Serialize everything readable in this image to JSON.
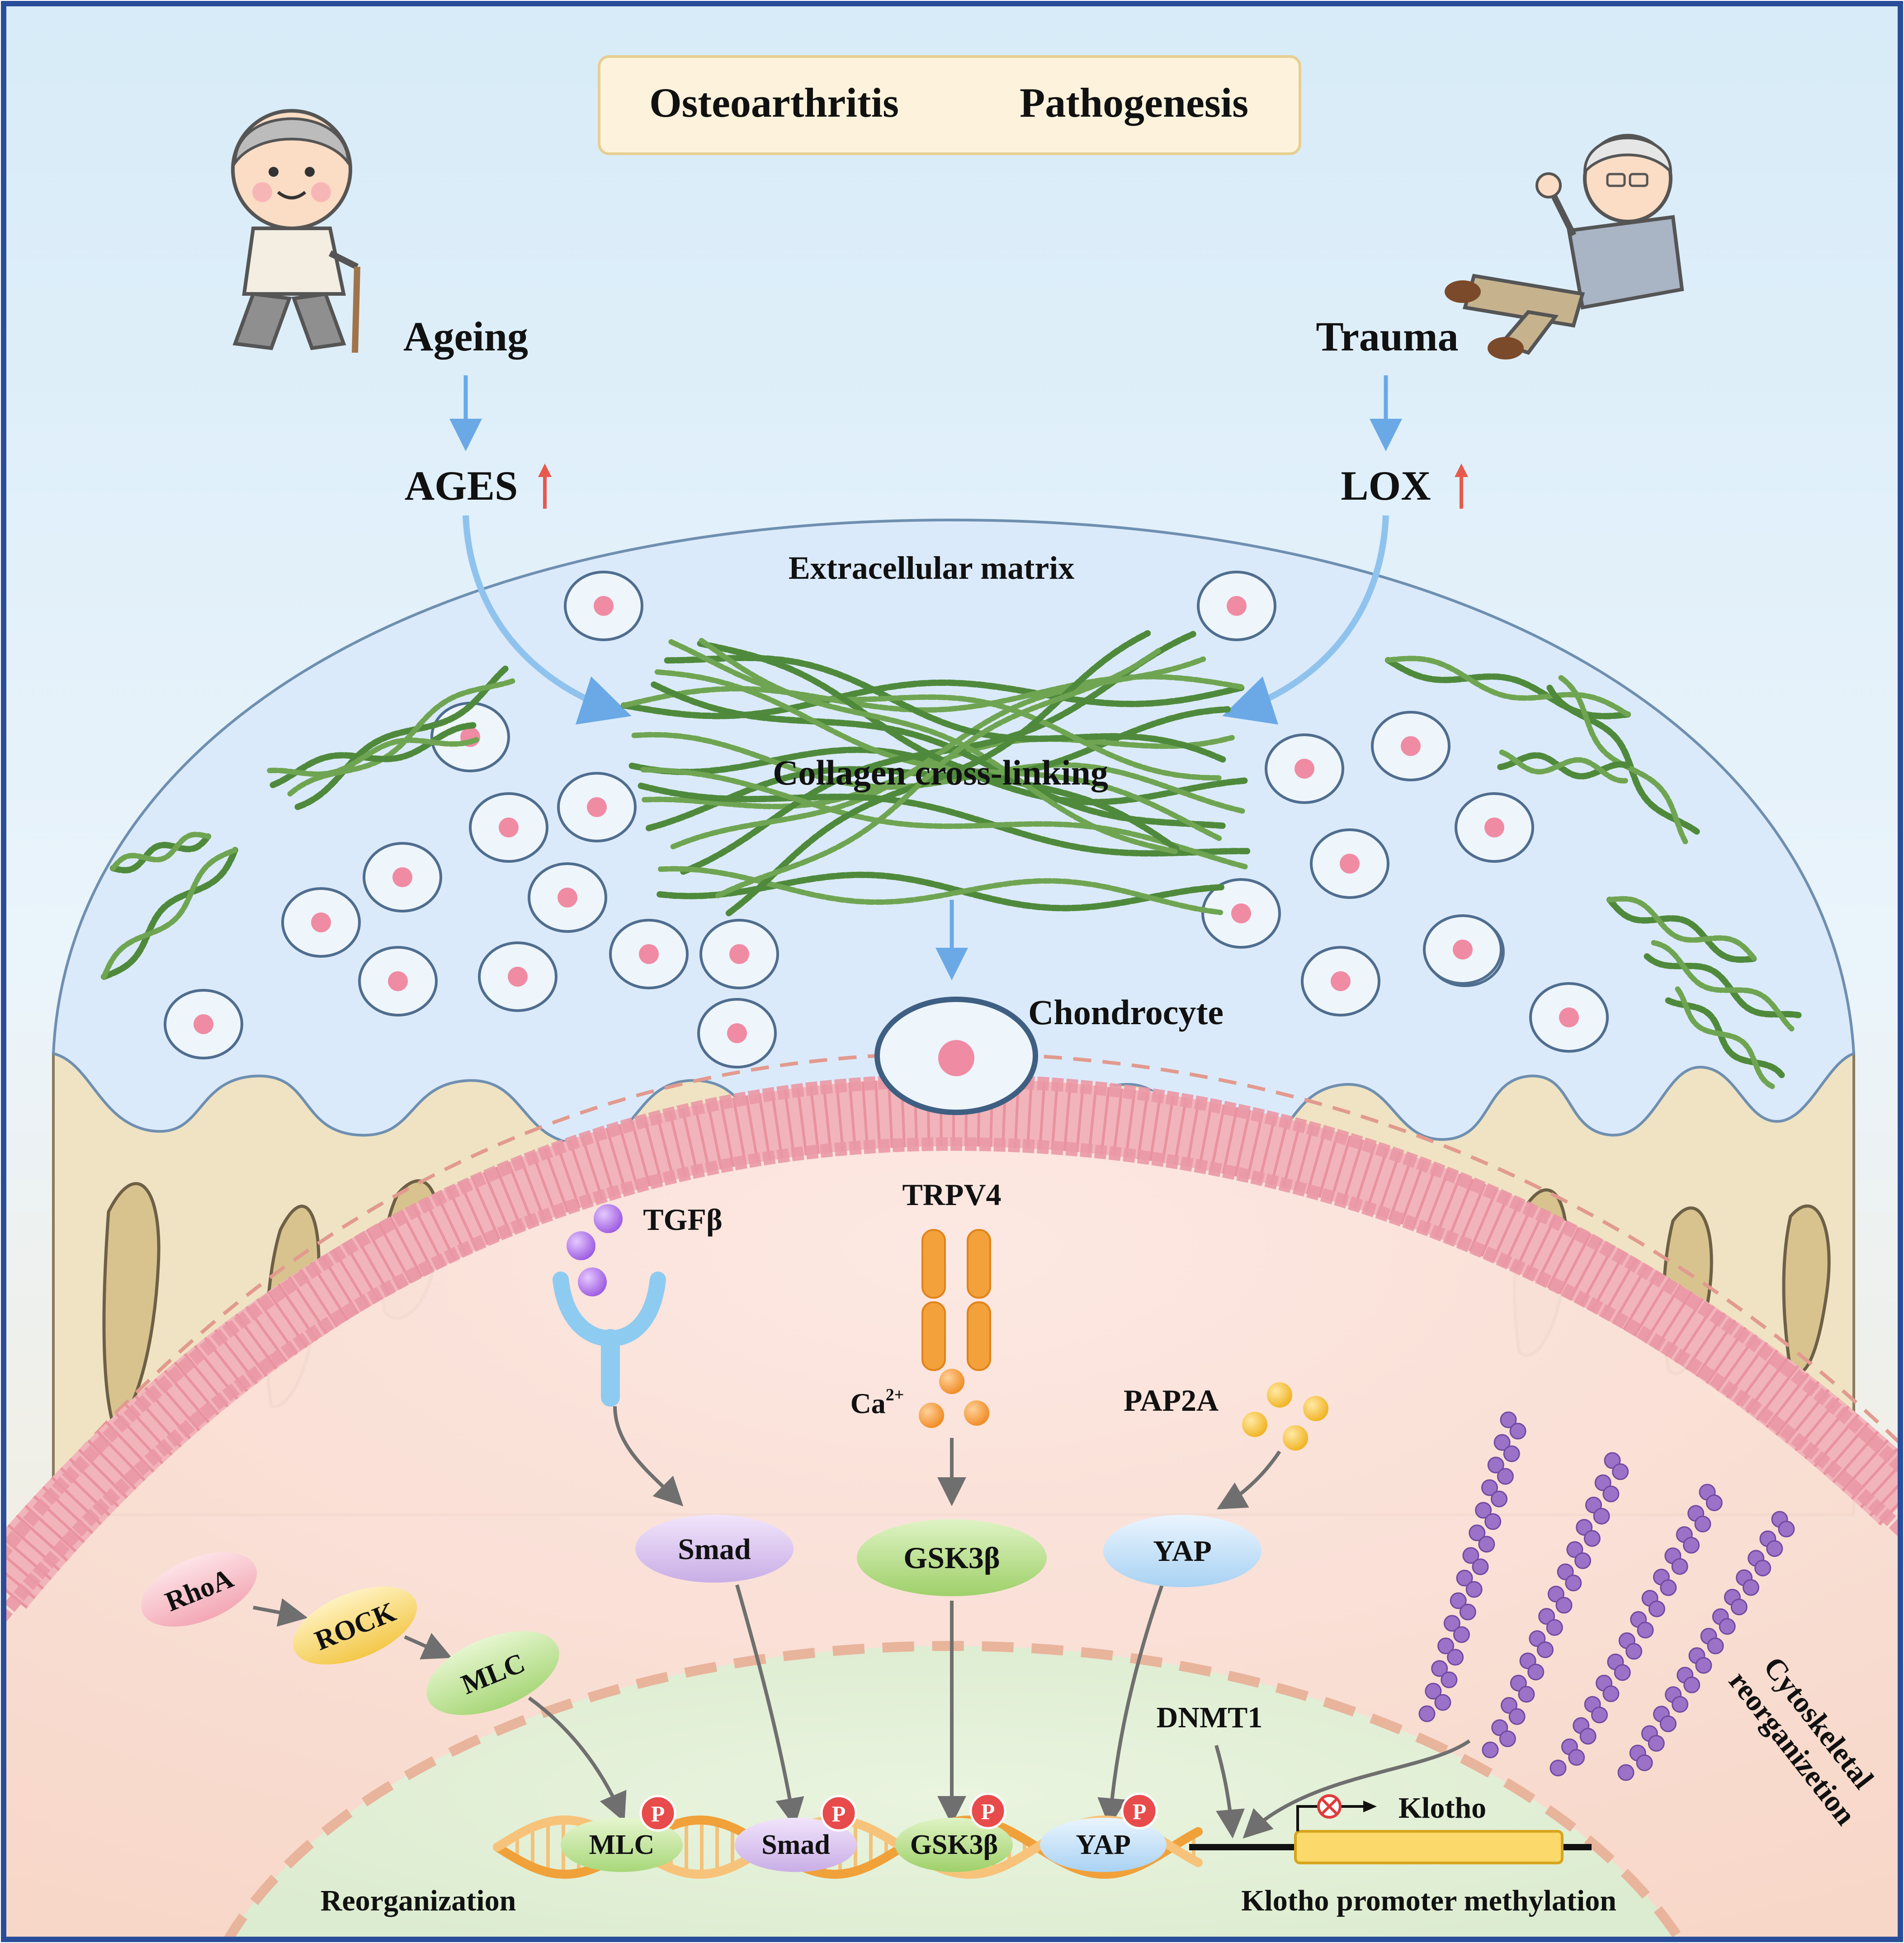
{
  "title": {
    "left_word": "Osteoarthritis",
    "right_word": "Pathogenesis"
  },
  "causes": {
    "ageing": {
      "label": "Ageing",
      "product": "AGES",
      "trend": "up"
    },
    "trauma": {
      "label": "Trauma",
      "product": "LOX",
      "trend": "up"
    }
  },
  "matrix": {
    "extracellular": "Extracellular matrix",
    "crosslinking": "Collagen cross-linking",
    "chondrocyte": "Chondrocyte"
  },
  "membrane": {
    "tgf": "TGFβ",
    "trpv4": "TRPV4",
    "calcium_base": "Ca",
    "calcium_sup": "2+",
    "pap2a": "PAP2A"
  },
  "signaling": {
    "smad": "Smad",
    "gsk3b": "GSK3β",
    "yap": "YAP",
    "rhoa": "RhoA",
    "rock": "ROCK",
    "mlc": "MLC",
    "dnmt1": "DNMT1",
    "cytoskeletal_line1": "Cytoskeletal",
    "cytoskeletal_line2": "reorganizetion"
  },
  "nucleus": {
    "phospho_label": "P",
    "targets": [
      "MLC",
      "Smad",
      "GSK3β",
      "YAP"
    ],
    "gene": "Klotho",
    "left_caption": "Reorganization",
    "right_caption": "Klotho promoter methylation"
  },
  "colors": {
    "sky": "#dceefa",
    "cartilage": "#dbeafa",
    "bone": "#efe3c3",
    "cell": "#fbe7e1",
    "nucleus": "#e3f0d8",
    "membrane": "#efa3ad",
    "collagen": "#4f8a3c",
    "arrow_blue": "#6aa9e6",
    "phospho": "#e84b4b"
  }
}
